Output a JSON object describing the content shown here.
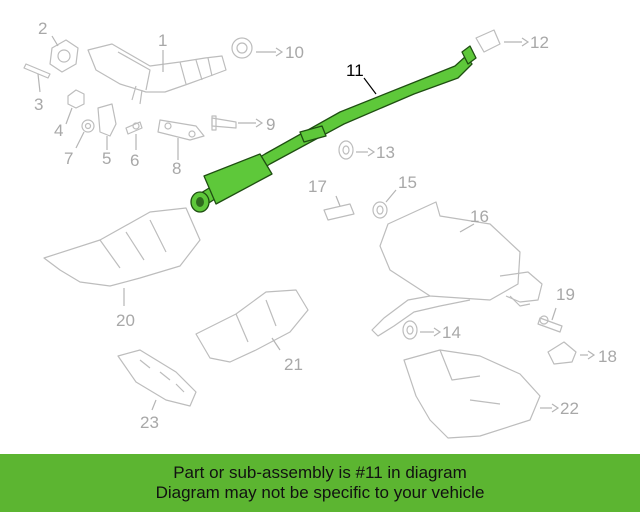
{
  "diagram": {
    "callouts": [
      "1",
      "2",
      "3",
      "4",
      "5",
      "6",
      "7",
      "8",
      "9",
      "10",
      "11",
      "12",
      "13",
      "14",
      "15",
      "16",
      "17",
      "18",
      "19",
      "20",
      "21",
      "22",
      "23"
    ],
    "highlighted_callout": "11"
  },
  "footer": {
    "line1": "Part or sub-assembly is #11 in diagram",
    "line2": "Diagram may not be specific to your vehicle",
    "background_color": "#5cb531"
  },
  "colors": {
    "highlight_part": "#5ec83a",
    "inactive_part": "#bdbdbd",
    "inactive_text": "#a8a8a8"
  }
}
